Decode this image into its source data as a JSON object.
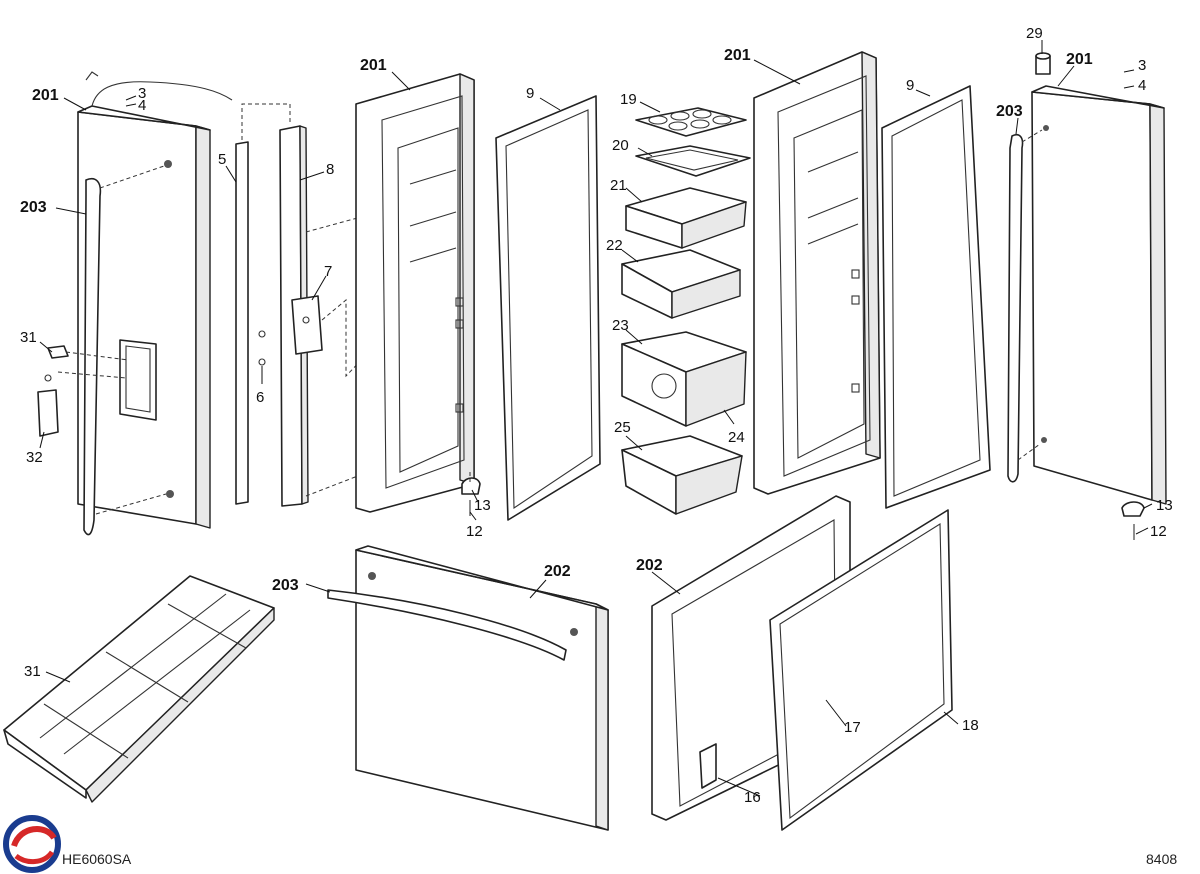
{
  "diagram": {
    "model_code": "HE6060SA",
    "diagram_number": "8408",
    "parts": [
      {
        "id": "201"
      },
      {
        "id": "202"
      },
      {
        "id": "203"
      },
      {
        "id": "3"
      },
      {
        "id": "4"
      },
      {
        "id": "5"
      },
      {
        "id": "6"
      },
      {
        "id": "7"
      },
      {
        "id": "8"
      },
      {
        "id": "9"
      },
      {
        "id": "12"
      },
      {
        "id": "13"
      },
      {
        "id": "16"
      },
      {
        "id": "17"
      },
      {
        "id": "18"
      },
      {
        "id": "19"
      },
      {
        "id": "20"
      },
      {
        "id": "21"
      },
      {
        "id": "22"
      },
      {
        "id": "23"
      },
      {
        "id": "24"
      },
      {
        "id": "25"
      },
      {
        "id": "29"
      },
      {
        "id": "31"
      },
      {
        "id": "32"
      }
    ],
    "labels": {
      "l201a": "201",
      "l201b": "201",
      "l201c": "201",
      "l201d": "201",
      "l203a": "203",
      "l203b": "203",
      "l203c": "203",
      "l202a": "202",
      "l202b": "202",
      "l3a": "3",
      "l4a": "4",
      "l3b": "3",
      "l4b": "4",
      "l5": "5",
      "l6": "6",
      "l7": "7",
      "l8": "8",
      "l9a": "9",
      "l9b": "9",
      "l12a": "12",
      "l13a": "13",
      "l12b": "12",
      "l13b": "13",
      "l16": "16",
      "l17": "17",
      "l18": "18",
      "l19": "19",
      "l20": "20",
      "l21": "21",
      "l22": "22",
      "l23": "23",
      "l24": "24",
      "l25": "25",
      "l29": "29",
      "l31a": "31",
      "l31b": "31",
      "l32": "32"
    }
  },
  "logo": {
    "name": "brand-swirl-logo",
    "colors": [
      "#1a3c8f",
      "#d62828"
    ]
  }
}
